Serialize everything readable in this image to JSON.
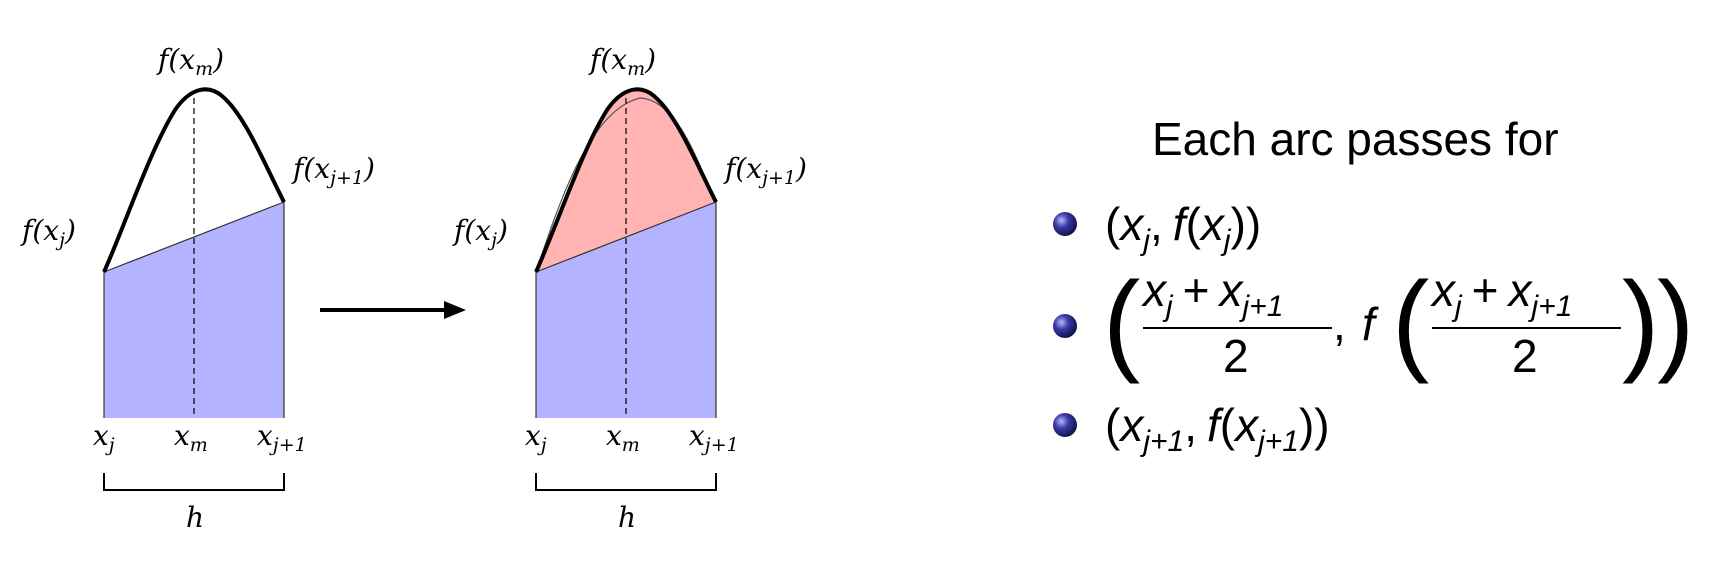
{
  "diagram": {
    "labels": {
      "f_xm": "f(x",
      "f_xm_sub": "m",
      "f_xj": "f(x",
      "f_xj_sub": "j",
      "f_xj1": "f(x",
      "f_xj1_sub": "j+1",
      "close_paren": ")",
      "x": "x",
      "sub_j": "j",
      "sub_m": "m",
      "sub_j1": "j+1",
      "h": "h"
    },
    "colors": {
      "trapezoid_fill": "#b3b3ff",
      "arc_fill": "#ffb3b3",
      "curve": "#000000",
      "bullet": "#2b2b8f"
    }
  },
  "text_panel": {
    "heading": "Each arc passes for",
    "bullets": [
      {
        "math": "(x_j, f(x_j))"
      },
      {
        "math": "((x_j + x_{j+1})/2, f((x_j + x_{j+1})/2))"
      },
      {
        "math": "(x_{j+1}, f(x_{j+1}))"
      }
    ],
    "symbols": {
      "x": "x",
      "f": "f",
      "j": "j",
      "j1": "j+1",
      "plus": "+",
      "two": "2",
      "comma": ",",
      "lp": "(",
      "rp": ")"
    }
  }
}
